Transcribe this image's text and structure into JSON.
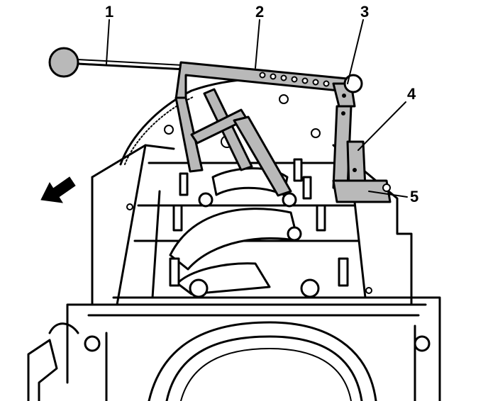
{
  "figure": {
    "callouts": [
      {
        "id": "1",
        "label": "1"
      },
      {
        "id": "2",
        "label": "2"
      },
      {
        "id": "3",
        "label": "3"
      },
      {
        "id": "4",
        "label": "4"
      },
      {
        "id": "5",
        "label": "5"
      }
    ],
    "colors": {
      "line": "#000000",
      "tool_shading": "#b9b9b9",
      "background": "#ffffff"
    }
  }
}
